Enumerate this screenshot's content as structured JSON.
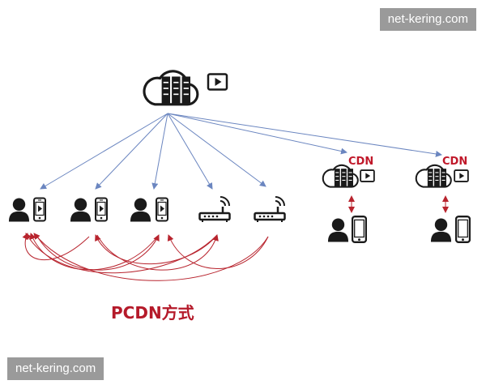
{
  "watermarks": {
    "top": "net-kering.com",
    "bottom": "net-kering.com"
  },
  "cdn_nodes": [
    {
      "label": "CDN"
    },
    {
      "label": "CDN"
    }
  ],
  "caption": "PCDN方式",
  "icons": {
    "origin": [
      "cloud-icon",
      "server-rack-icon",
      "video-play-icon"
    ],
    "peer_user": [
      "user-icon",
      "phone-video-icon"
    ],
    "peer_router": [
      "wifi-router-icon"
    ],
    "cdn": [
      "cloud-icon",
      "server-rack-icon",
      "video-play-icon"
    ],
    "cdn_client": [
      "user-icon",
      "phone-icon"
    ]
  },
  "colors": {
    "arrow_blue": "#6b86c0",
    "arrow_red": "#b8242e",
    "cdn_red": "#c0182a",
    "icon": "#1a1a1a"
  }
}
